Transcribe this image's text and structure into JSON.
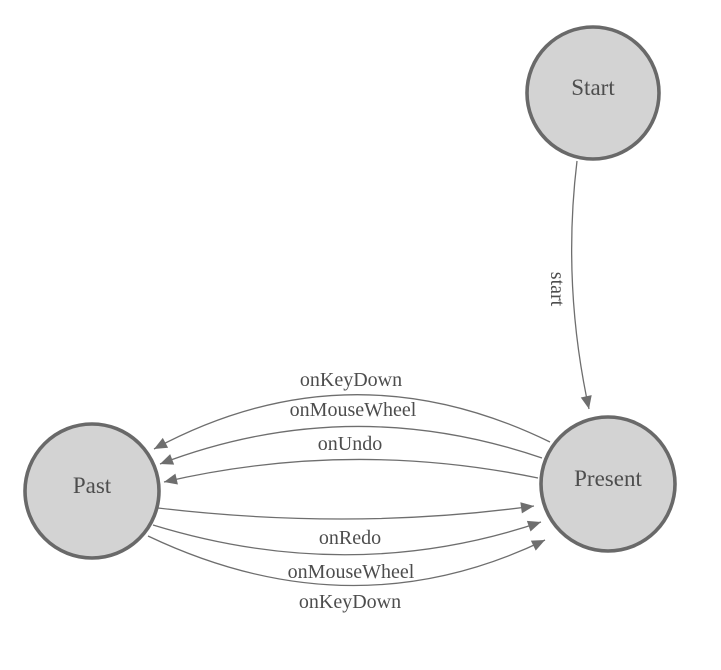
{
  "diagram": {
    "type": "state-diagram",
    "nodes": [
      {
        "id": "start",
        "label": "Start"
      },
      {
        "id": "present",
        "label": "Present"
      },
      {
        "id": "past",
        "label": "Past"
      }
    ],
    "edges": [
      {
        "from": "Start",
        "to": "Present",
        "label": "start"
      },
      {
        "from": "Present",
        "to": "Past",
        "label": "onKeyDown"
      },
      {
        "from": "Present",
        "to": "Past",
        "label": "onMouseWheel"
      },
      {
        "from": "Present",
        "to": "Past",
        "label": "onUndo"
      },
      {
        "from": "Past",
        "to": "Present",
        "label": "onRedo"
      },
      {
        "from": "Past",
        "to": "Present",
        "label": "onMouseWheel"
      },
      {
        "from": "Past",
        "to": "Present",
        "label": "onKeyDown"
      }
    ],
    "colors": {
      "background": "#ffffff",
      "node_fill": "#d3d3d3",
      "node_stroke": "#696969",
      "edge_stroke": "#6e6e6e",
      "arrow_fill": "#6e6e6e",
      "label_text": "#4d4d4d"
    }
  }
}
